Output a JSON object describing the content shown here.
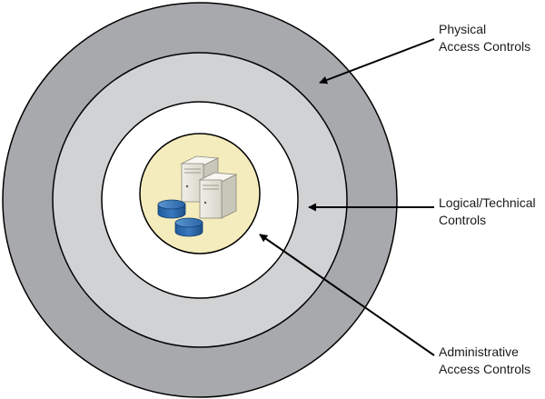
{
  "diagram": {
    "labels": {
      "physical": {
        "line1": "Physical",
        "line2": "Access Controls"
      },
      "logical": {
        "line1": "Logical/Technical",
        "line2": "Controls"
      },
      "administrative": {
        "line1": "Administrative",
        "line2": "Access Controls"
      }
    },
    "colors": {
      "outer_ring": "#a7a9ac",
      "middle_ring": "#d1d2d4",
      "inner_ring": "#ffffff",
      "core": "#f5ecbd",
      "stroke": "#000000",
      "database": "#2b6cb0",
      "server": "#e6e4dc"
    },
    "icons": [
      "server-icon",
      "server-icon",
      "database-icon",
      "database-icon"
    ]
  }
}
